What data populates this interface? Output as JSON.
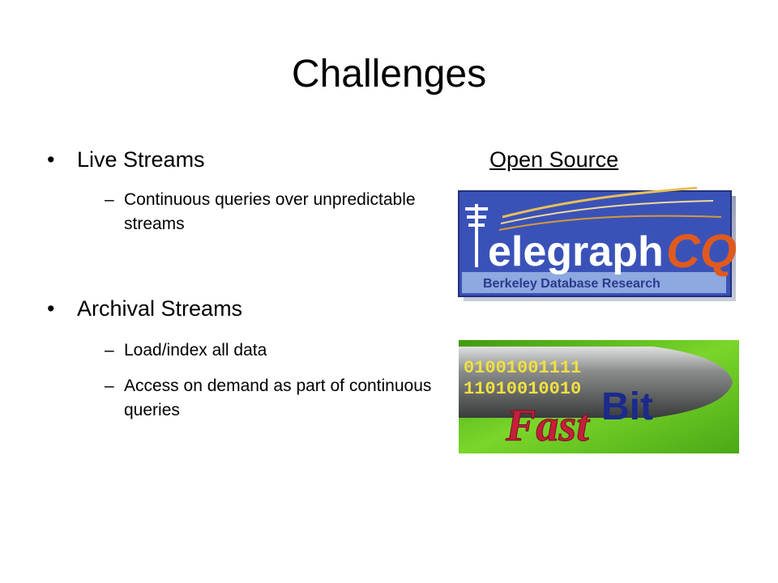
{
  "slide": {
    "title": "Challenges",
    "bullets": [
      {
        "label": "Live Streams",
        "subs": [
          "Continuous queries over unpredictable streams"
        ]
      },
      {
        "label": "Archival Streams",
        "subs": [
          "Load/index all data",
          "Access on demand as part of continuous queries"
        ]
      }
    ],
    "right_heading": "Open Source",
    "logos": {
      "telegraph": {
        "main": "elegraph",
        "cq": "CQ",
        "tagline": "Berkeley  Database  Research"
      },
      "fastbit": {
        "binary_line1": "01001001111",
        "binary_line2": "11010010010",
        "fast": "Fast",
        "bit": "Bit"
      }
    },
    "colors": {
      "telegraph_blue": "#3a52b8",
      "telegraph_orange": "#e05a1e",
      "fastbit_green": "#6cc81e",
      "fastbit_red": "#c4203a",
      "fastbit_blue": "#1c2a8c"
    }
  }
}
